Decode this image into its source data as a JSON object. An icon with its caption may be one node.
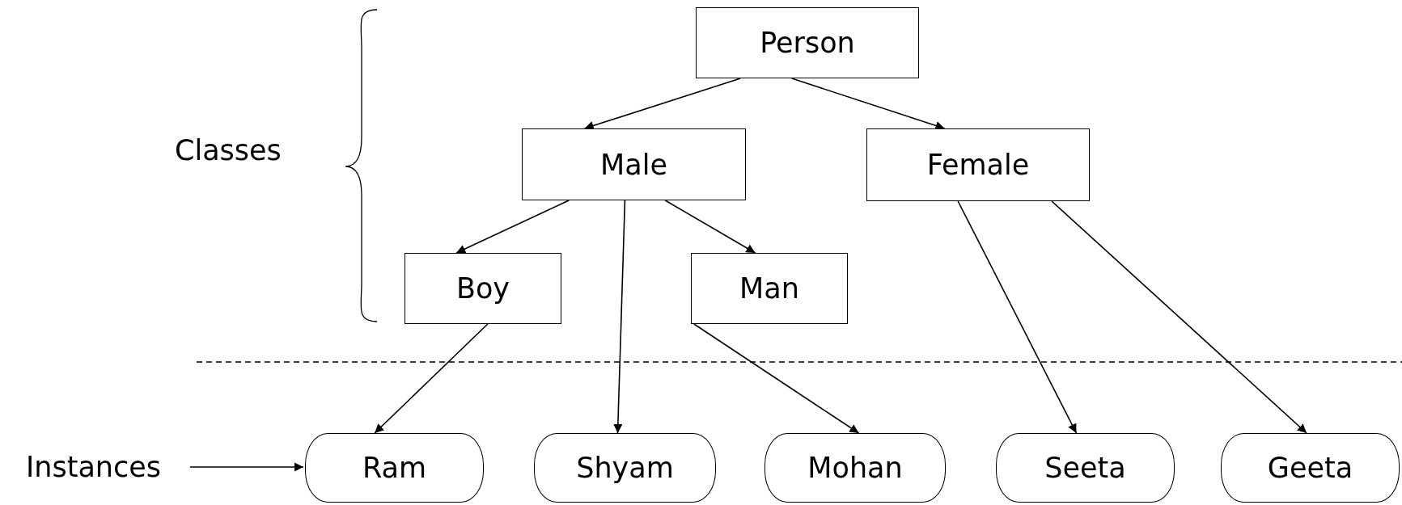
{
  "diagram": {
    "nodes": [
      {
        "text": [
          "Person"
        ]
      },
      {
        "text": [
          "Male"
        ]
      },
      {
        "text": [
          "Female"
        ]
      },
      {
        "text": [
          "Boy"
        ]
      },
      {
        "text": [
          "Man"
        ]
      },
      {
        "text": [
          "Ram"
        ]
      },
      {
        "text": [
          "Shyam"
        ]
      },
      {
        "text": [
          "Mohan"
        ]
      },
      {
        "text": [
          "Seeta"
        ]
      },
      {
        "text": [
          "Geeta"
        ]
      },
      {
        "text": [
          "Instances"
        ]
      }
    ],
    "edges": [
      {
        "from": 0,
        "to": 1,
        "arrow": "to"
      },
      {
        "from": 0,
        "to": 2,
        "arrow": "to"
      },
      {
        "from": 1,
        "to": 3,
        "arrow": "to"
      },
      {
        "from": 1,
        "to": 6,
        "arrow": "to"
      },
      {
        "from": 1,
        "to": 4,
        "arrow": "to"
      },
      {
        "from": 3,
        "to": 5,
        "arrow": "to"
      },
      {
        "from": 4,
        "to": 7,
        "arrow": "to"
      },
      {
        "from": 2,
        "to": 8,
        "arrow": "to"
      },
      {
        "from": 2,
        "to": 9,
        "arrow": "to"
      },
      {
        "from": 10,
        "to": 5,
        "arrow": "to"
      }
    ],
    "labels": [
      "Classes"
    ]
  }
}
